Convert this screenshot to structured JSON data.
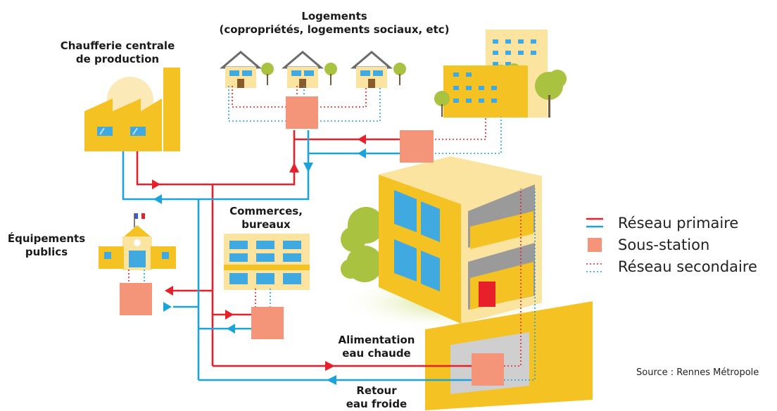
{
  "labels": {
    "chaufferie_line1": "Chaufferie centrale",
    "chaufferie_line2": "de production",
    "logements_line1": "Logements",
    "logements_line2": "(copropriétés, logements sociaux, etc)",
    "equipements_line1": "Équipements",
    "equipements_line2": "publics",
    "commerces_line1": "Commerces,",
    "commerces_line2": "bureaux",
    "alimentation_line1": "Alimentation",
    "alimentation_line2": "eau chaude",
    "retour_line1": "Retour",
    "retour_line2": "eau froide"
  },
  "legend": {
    "primary": "Réseau primaire",
    "substation": "Sous-station",
    "secondary": "Réseau secondaire"
  },
  "source": "Source : Rennes Métropole",
  "colors": {
    "hot": "#e8202a",
    "cold": "#1ba3dc",
    "substation": "#f4957a",
    "building": "#f5c224",
    "building_light": "#fbe3a0",
    "tree": "#a9c23f",
    "window": "#3fa9e0"
  }
}
